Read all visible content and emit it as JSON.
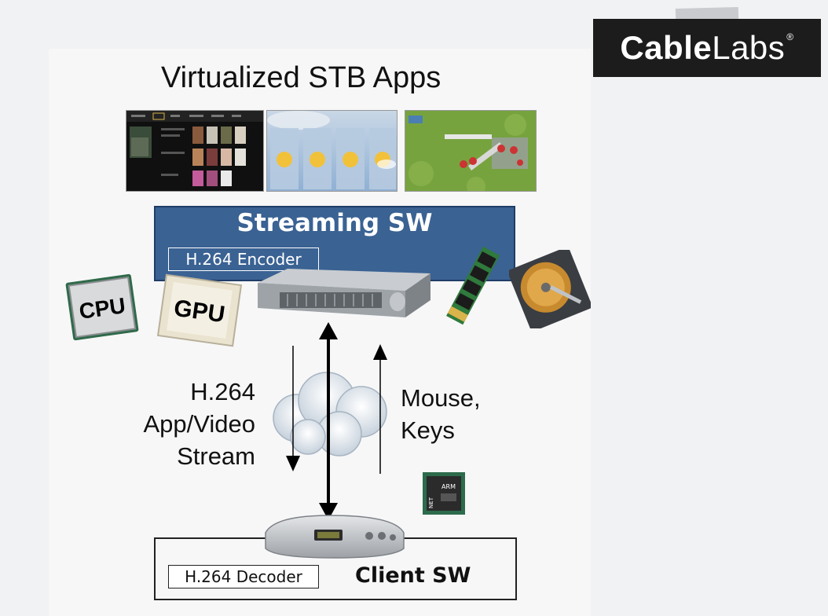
{
  "title": "Virtualized STB Apps",
  "logo": {
    "bold": "Cable",
    "light": "Labs",
    "mark": "®"
  },
  "streaming": {
    "label": "Streaming SW",
    "encoder": "H.264 Encoder"
  },
  "client": {
    "label": "Client SW",
    "decoder": "H.264 Decoder"
  },
  "downstream_lines": [
    "H.264",
    "App/Video",
    "Stream"
  ],
  "upstream_lines": [
    "Mouse,",
    "Keys"
  ],
  "chips": {
    "cpu": "CPU",
    "gpu": "GPU",
    "arm": "ARM",
    "net": "NET"
  },
  "colors": {
    "streaming_box": "#3a6293",
    "logo_bg": "#1c1c1c"
  }
}
